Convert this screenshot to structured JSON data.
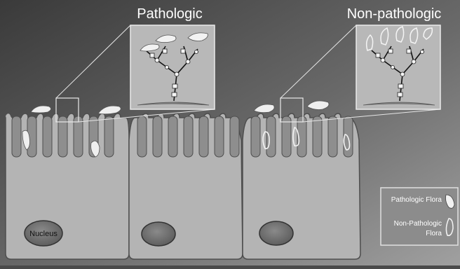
{
  "labels": {
    "pathologic": "Pathologic",
    "non_pathologic": "Non-pathologic",
    "nucleus": "Nucleus"
  },
  "legend": {
    "pathologic_flora": "Pathologic Flora",
    "non_pathologic_flora_line1": "Non-Pathologic",
    "non_pathologic_flora_line2": "Flora"
  },
  "colors": {
    "background_dark": "#3e3e3e",
    "background_light": "#9a9a9a",
    "cell_fill": "#b4b4b4",
    "cell_outline": "#555555",
    "nucleus_fill": "#7a7a7a",
    "bacteria_fill": "#f2f2f2",
    "title_text": "#ffffff",
    "legend_bg": "#8a8a8a"
  }
}
